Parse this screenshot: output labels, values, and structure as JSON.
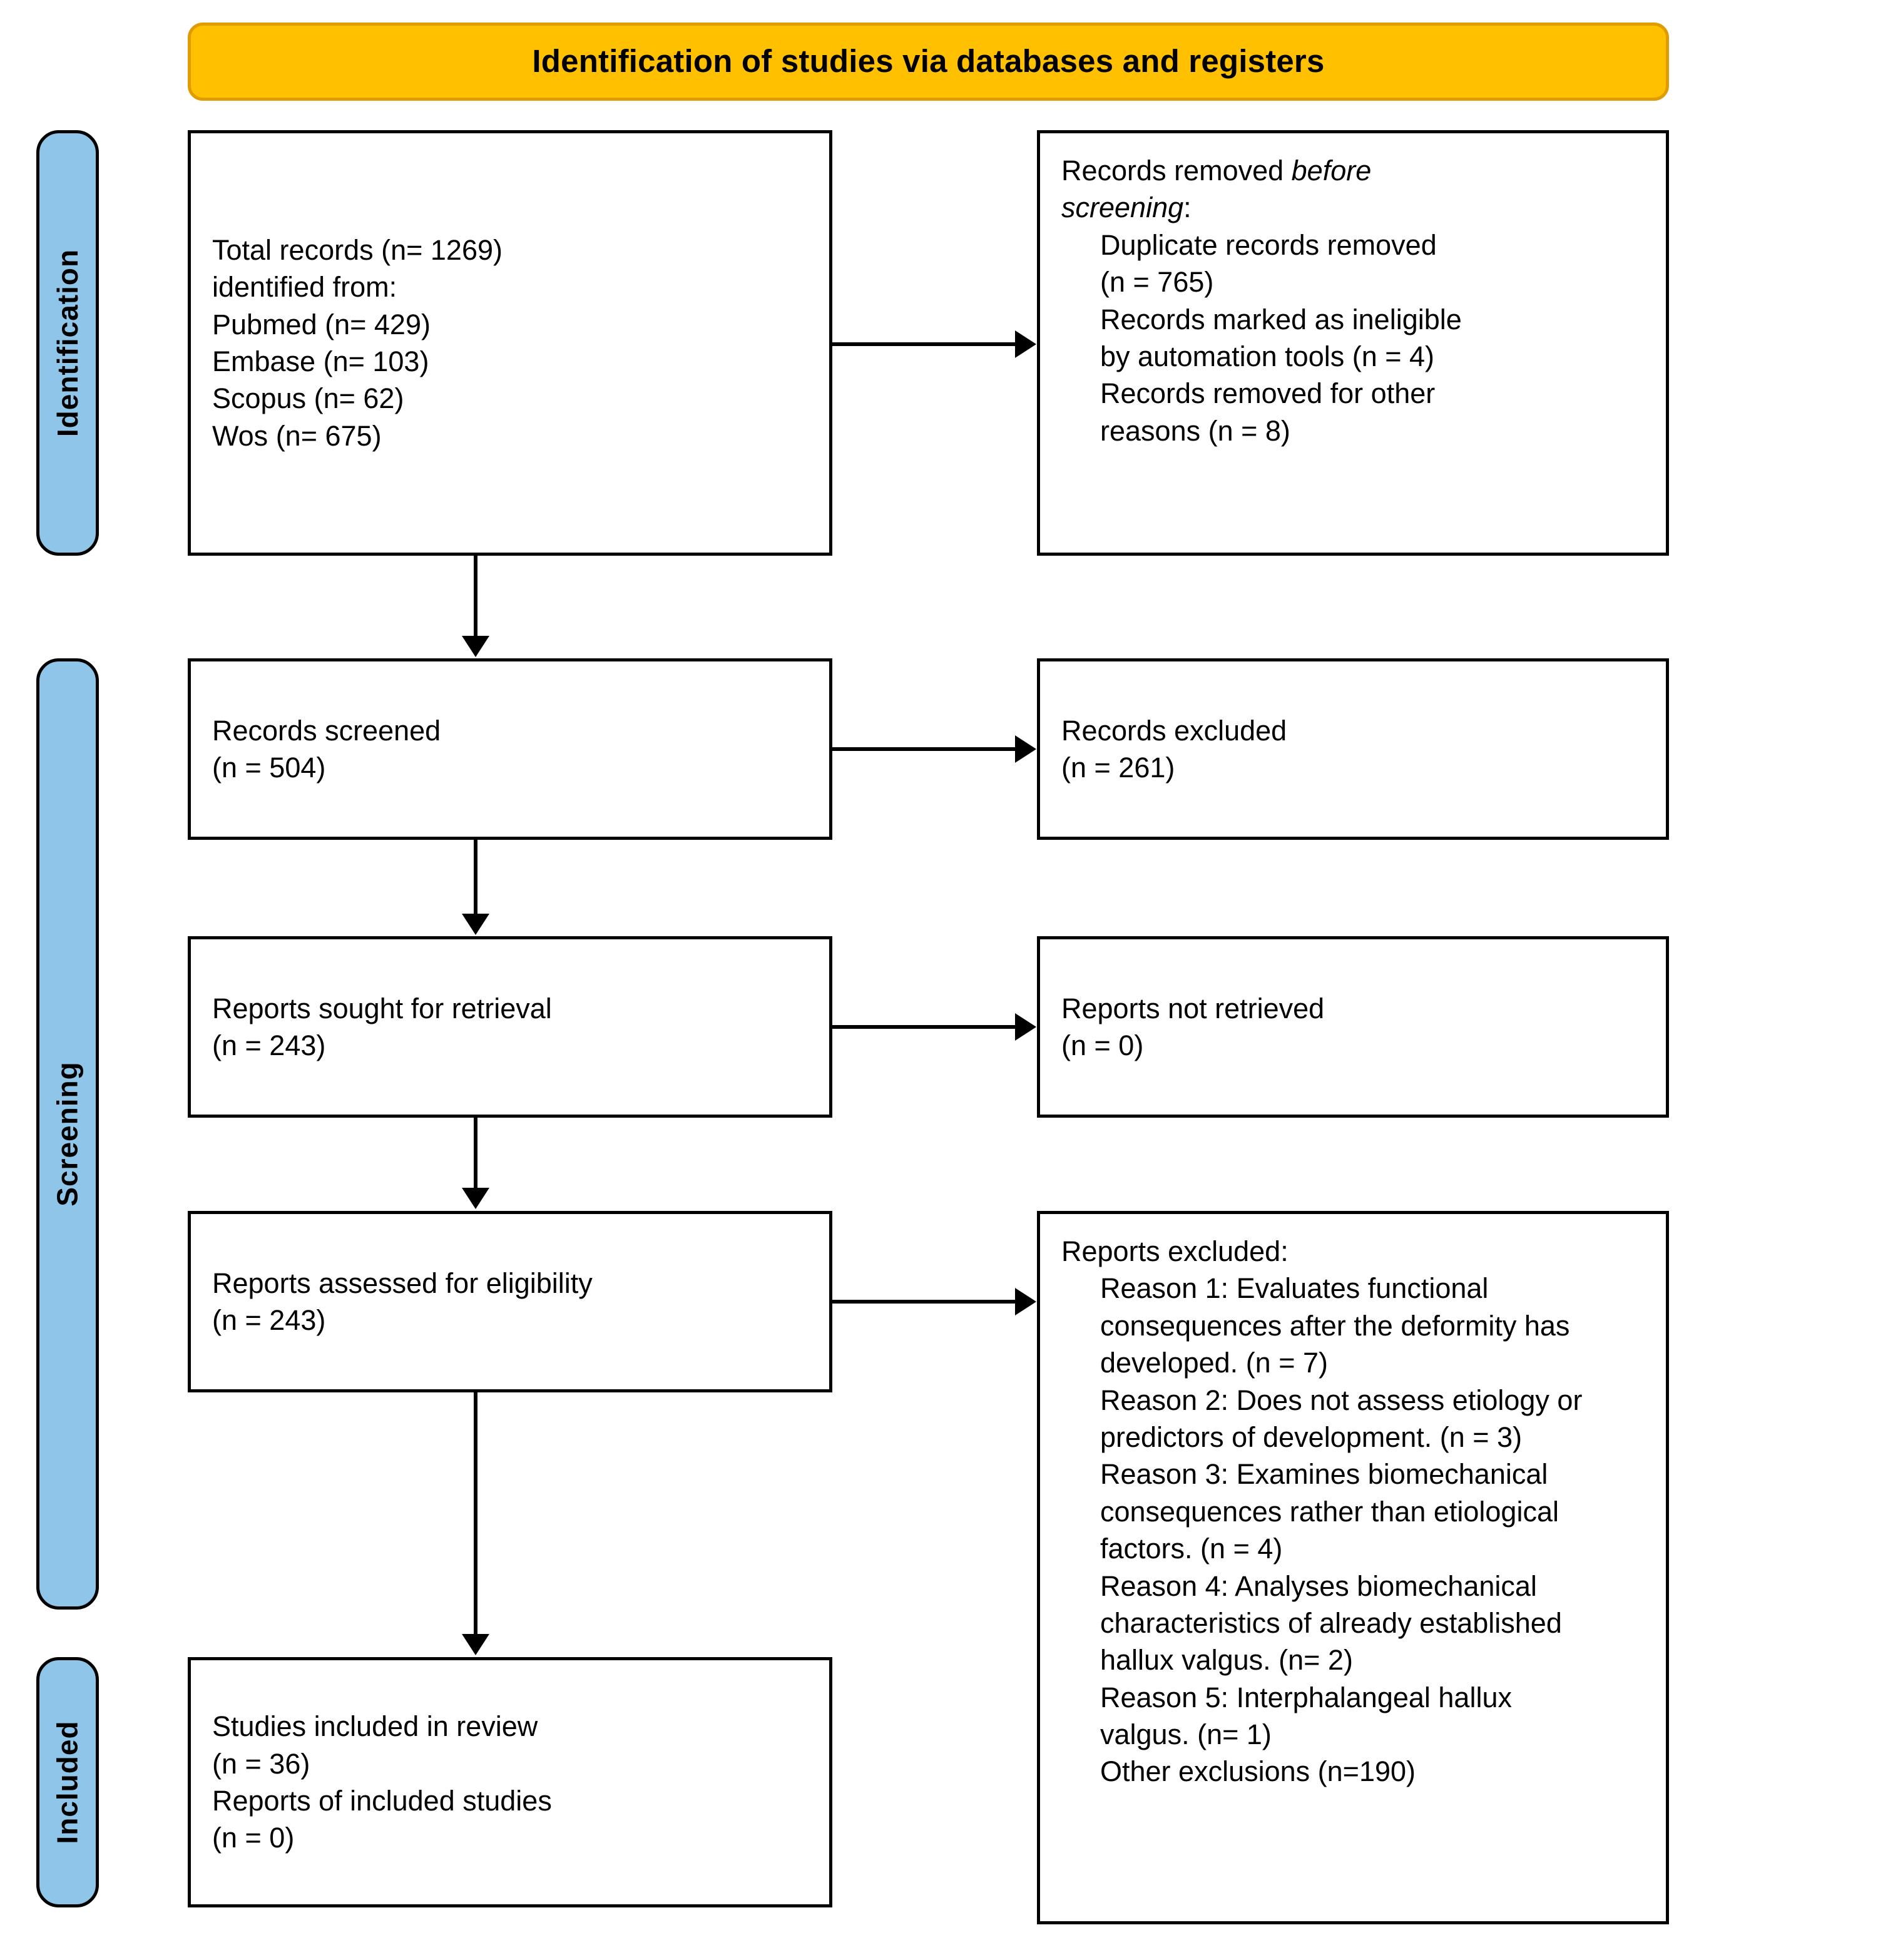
{
  "banner": {
    "title": "Identification of studies via databases and registers",
    "bg_color": "#FFC000",
    "border_color": "#E09B00"
  },
  "stages": {
    "color": "#8FC5E8",
    "identification": "Identification",
    "screening": "Screening",
    "included": "Included"
  },
  "boxes": {
    "identified": {
      "lines": [
        "Total records (n= 1269)",
        "identified from:",
        "Pubmed (n= 429)",
        "Embase (n= 103)",
        "Scopus (n= 62)",
        "Wos (n= 675)"
      ]
    },
    "removed_before_screening": {
      "line1_normal": "Records removed ",
      "line1_italic": "before",
      "line2_italic": "screening",
      "line2_colon": ":",
      "items": [
        "Duplicate records removed",
        "(n = 765)",
        "Records marked as ineligible",
        "by automation tools (n = 4)",
        "Records removed for other",
        "reasons (n = 8)"
      ]
    },
    "records_screened": {
      "lines": [
        "Records screened",
        "(n = 504)"
      ]
    },
    "records_excluded": {
      "lines": [
        "Records excluded",
        "(n = 261)"
      ]
    },
    "reports_sought": {
      "lines": [
        "Reports sought for retrieval",
        "(n = 243)"
      ]
    },
    "reports_not_retrieved": {
      "lines": [
        "Reports not retrieved",
        "(n = 0)"
      ]
    },
    "reports_assessed": {
      "lines": [
        "Reports assessed for eligibility",
        "(n = 243)"
      ]
    },
    "reports_excluded": {
      "heading": "Reports excluded:",
      "items": [
        "Reason 1: Evaluates functional",
        "consequences after the deformity has",
        "developed. (n = 7)",
        "Reason 2: Does not assess etiology or",
        "predictors of development. (n = 3)",
        "Reason 3: Examines biomechanical",
        "consequences rather than etiological",
        "factors. (n = 4)",
        "Reason 4: Analyses biomechanical",
        "characteristics of already established",
        "hallux valgus. (n= 2)",
        "Reason 5: Interphalangeal hallux",
        "valgus. (n= 1)",
        "Other exclusions (n=190)"
      ]
    },
    "studies_included": {
      "lines": [
        "Studies included in review",
        "(n = 36)",
        "Reports of included studies",
        "(n = 0)"
      ]
    }
  }
}
